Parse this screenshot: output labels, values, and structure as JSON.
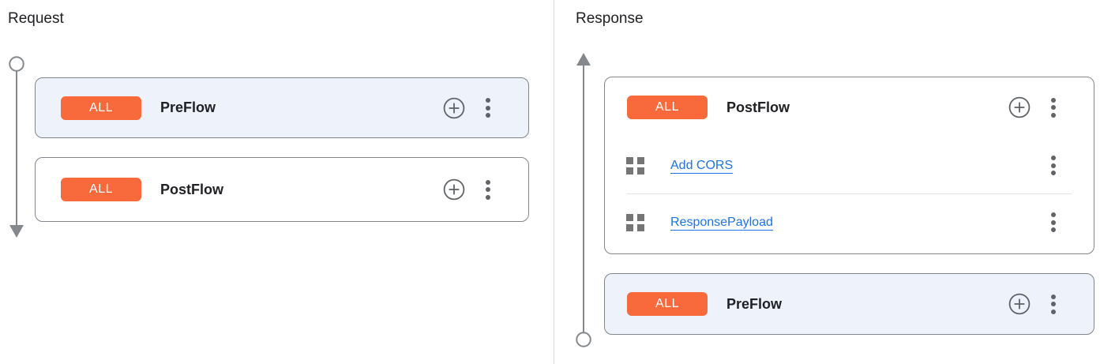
{
  "request_panel": {
    "title": "Request",
    "flows": [
      {
        "badge": "ALL",
        "name": "PreFlow",
        "selected": true
      },
      {
        "badge": "ALL",
        "name": "PostFlow",
        "selected": false
      }
    ]
  },
  "response_panel": {
    "title": "Response",
    "postflow_group": {
      "badge": "ALL",
      "name": "PostFlow",
      "policies": [
        "Add CORS",
        "ResponsePayload"
      ]
    },
    "preflow": {
      "badge": "ALL",
      "name": "PreFlow",
      "selected": true
    }
  },
  "icons": {
    "add_policy": "plus-circle-icon",
    "more_options": "kebab-menu-icon",
    "policy_step": "grid-icon",
    "request_timeline": "circle-start-down-arrow",
    "response_timeline": "up-arrow-circle-end"
  },
  "colors": {
    "badge_orange": "#F8693C",
    "badge_text": "#FFFFFF",
    "link_blue": "#1A73E8",
    "selected_card_bg": "#EEF2FB",
    "card_bg": "#FFFFFF",
    "card_border": "#80868B",
    "icon_gray": "#5F6368",
    "grid_icon_gray": "#757575",
    "timeline_gray": "#85898D",
    "panel_divider": "#DADCE0",
    "row_divider": "#E3E3E3",
    "text_dark": "#202124"
  }
}
